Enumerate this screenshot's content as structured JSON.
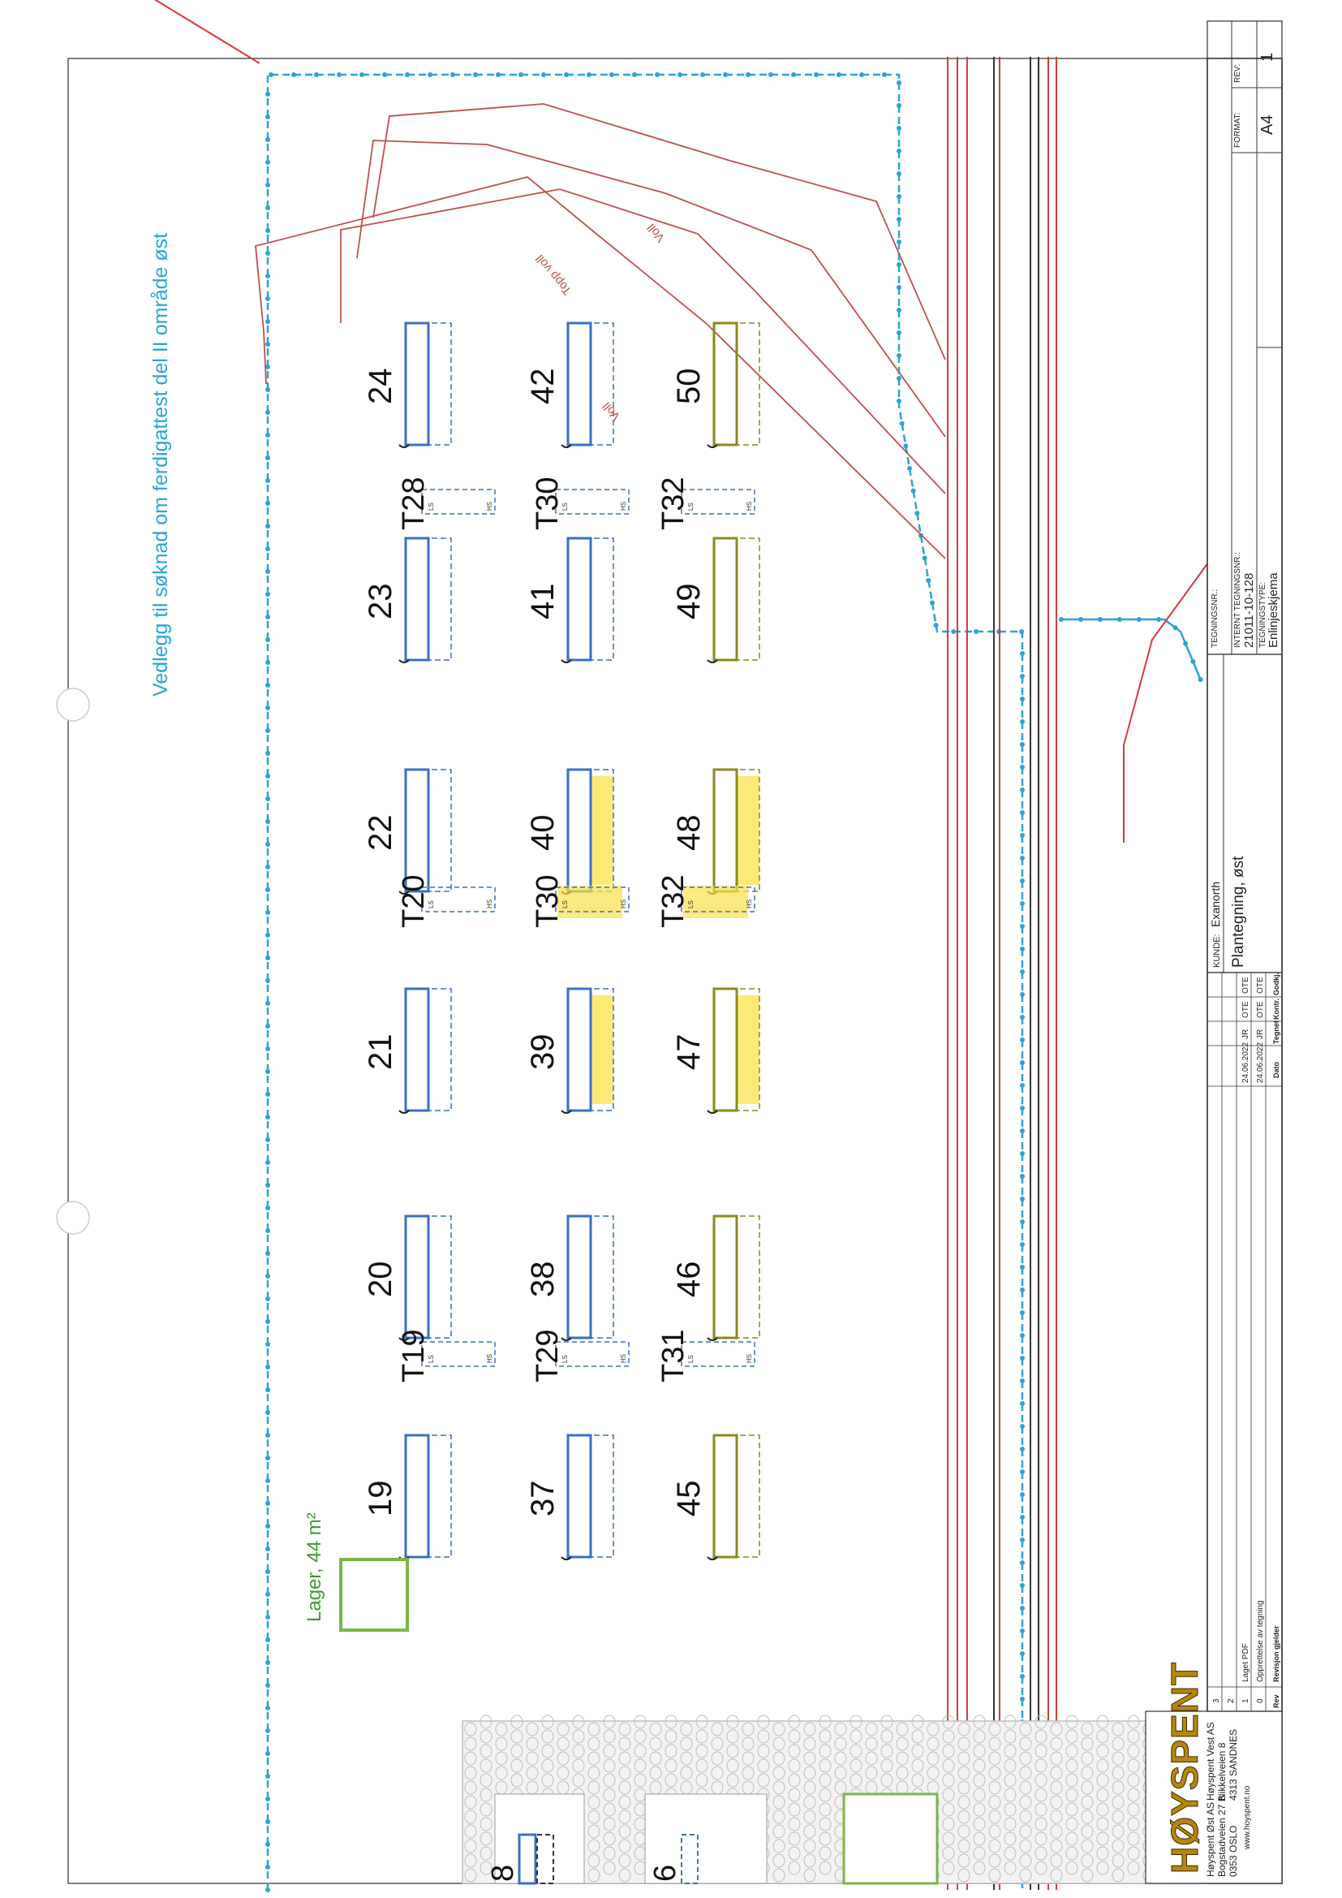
{
  "heading": "Vedlegg til søknad om ferdigattest del II område øst",
  "storage_label": "Lager, 44 m²",
  "labels": {
    "topp_voll": "Topp voll",
    "voll_1": "Voll",
    "voll_2": "Voll",
    "ls": "LS",
    "hs": "HS"
  },
  "units": [
    {
      "id": "u24",
      "number": "24",
      "color": "blue"
    },
    {
      "id": "u23",
      "number": "23",
      "color": "blue"
    },
    {
      "id": "u22",
      "number": "22",
      "color": "blue"
    },
    {
      "id": "u21",
      "number": "21",
      "color": "blue"
    },
    {
      "id": "u20",
      "number": "20",
      "color": "blue"
    },
    {
      "id": "u19",
      "number": "19",
      "color": "blue"
    },
    {
      "id": "u42",
      "number": "42",
      "color": "blue"
    },
    {
      "id": "u41",
      "number": "41",
      "color": "blue"
    },
    {
      "id": "u40",
      "number": "40",
      "color": "blue",
      "highlight": true
    },
    {
      "id": "u39",
      "number": "39",
      "color": "blue",
      "highlight": true
    },
    {
      "id": "u38",
      "number": "38",
      "color": "blue"
    },
    {
      "id": "u37",
      "number": "37",
      "color": "blue"
    },
    {
      "id": "u50",
      "number": "50",
      "color": "olive"
    },
    {
      "id": "u49",
      "number": "49",
      "color": "olive"
    },
    {
      "id": "u48",
      "number": "48",
      "color": "olive",
      "highlight": true
    },
    {
      "id": "u47",
      "number": "47",
      "color": "olive",
      "highlight": true
    },
    {
      "id": "u46",
      "number": "46",
      "color": "olive"
    },
    {
      "id": "u45",
      "number": "45",
      "color": "olive"
    },
    {
      "id": "u8",
      "number": "8",
      "color": "blue"
    },
    {
      "id": "u6",
      "number": "6",
      "color": "blue"
    }
  ],
  "transformers": [
    {
      "id": "t28",
      "label": "T28"
    },
    {
      "id": "t30a",
      "label": "T30"
    },
    {
      "id": "t32a",
      "label": "T32"
    },
    {
      "id": "t20",
      "label": "T20"
    },
    {
      "id": "t30b",
      "label": "T30",
      "highlight": true
    },
    {
      "id": "t32b",
      "label": "T32",
      "highlight": true
    },
    {
      "id": "t19",
      "label": "T19"
    },
    {
      "id": "t29",
      "label": "T29"
    },
    {
      "id": "t31",
      "label": "T31"
    }
  ],
  "title_block": {
    "company": "HØYSPENT",
    "company_east": "Høyspent Øst AS",
    "company_east_addr1": "Bogstadveien 27 B",
    "company_east_addr2": "0353 OSLO",
    "company_west": "Høyspent Vest AS",
    "company_west_addr1": "Nikkelveien 8",
    "company_west_addr2": "4313 SANDNES",
    "website": "www.hoyspent.no",
    "customer_label": "KUNDE:",
    "customer": "Exanorth",
    "drawing_title": "Plantegning, øst",
    "drawing_no_label": "TEGNINGSNR.:",
    "drawing_no": "",
    "internal_no_label": "INTERNT TEGNINGSNR.:",
    "internal_no": "21011-10-128",
    "type_label": "TEGNINGSTYPE:",
    "type": "Enlinjeskjema",
    "format_label": "FORMAT:",
    "format": "A4",
    "rev_label": "REV:",
    "rev": "1",
    "columns": {
      "rev": "Rev",
      "desc": "Revisjon gjelder",
      "date": "Dato",
      "drawn": "Tegnet",
      "checked": "Kontr.",
      "approved": "Godkj."
    },
    "revisions": [
      {
        "rev": "3",
        "desc": "",
        "date": "",
        "drawn": "",
        "checked": "",
        "approved": ""
      },
      {
        "rev": "2",
        "desc": "",
        "date": "",
        "drawn": "",
        "checked": "",
        "approved": ""
      },
      {
        "rev": "1",
        "desc": "Laget PDF",
        "date": "24.06.2022",
        "drawn": "JR",
        "checked": "OTE",
        "approved": "OTE"
      },
      {
        "rev": "0",
        "desc": "Opprettelse av tegning",
        "date": "24.06.2022",
        "drawn": "JR",
        "checked": "OTE",
        "approved": "OTE"
      }
    ]
  },
  "colors": {
    "fence": "#2ba3d9",
    "unit_blue": "#3b6fc4",
    "unit_olive": "#8a8a1e",
    "highlight": "#fbe14a",
    "cable_red": "#d63a3a",
    "cable_dark": "#333333",
    "voll": "#c0504d",
    "storage": "#7ab648"
  }
}
